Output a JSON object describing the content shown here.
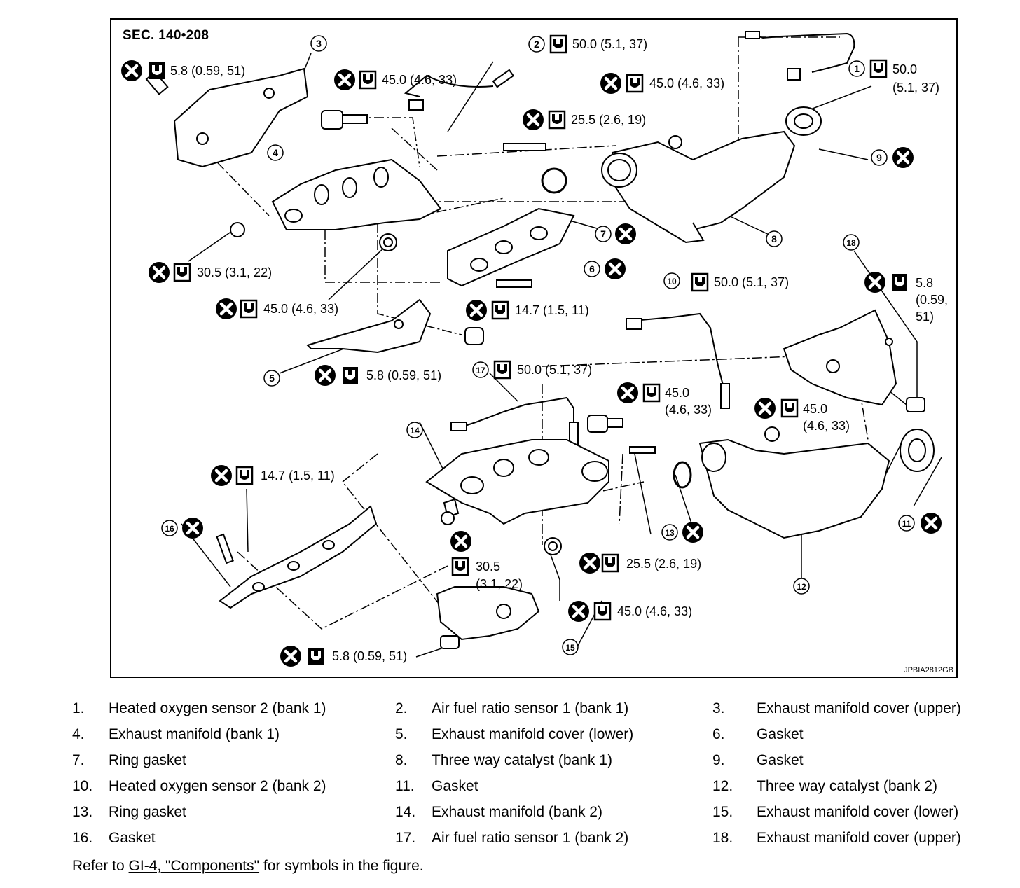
{
  "figure": {
    "section": "SEC. 140•208",
    "code": "JPBIA2812GB",
    "callouts": [
      {
        "id": "c1",
        "num": "1"
      },
      {
        "id": "c2",
        "num": "2"
      },
      {
        "id": "c3",
        "num": "3"
      },
      {
        "id": "c4",
        "num": "4"
      },
      {
        "id": "c5",
        "num": "5"
      },
      {
        "id": "c6",
        "num": "6"
      },
      {
        "id": "c7",
        "num": "7"
      },
      {
        "id": "c8",
        "num": "8"
      },
      {
        "id": "c9",
        "num": "9"
      },
      {
        "id": "c10",
        "num": "10"
      },
      {
        "id": "c11",
        "num": "11"
      },
      {
        "id": "c12",
        "num": "12"
      },
      {
        "id": "c13",
        "num": "13"
      },
      {
        "id": "c14",
        "num": "14"
      },
      {
        "id": "c15",
        "num": "15"
      },
      {
        "id": "c16",
        "num": "16"
      },
      {
        "id": "c17",
        "num": "17"
      },
      {
        "id": "c18",
        "num": "18"
      }
    ],
    "torques": {
      "t1a": "50.0",
      "t1b": "(5.1, 37)",
      "t2": "50.0 (5.1, 37)",
      "t3": "5.8 (0.59, 51)",
      "t4": "45.0 (4.6, 33)",
      "t5": "45.0 (4.6, 33)",
      "t6": "25.5 (2.6, 19)",
      "t7": "30.5 (3.1, 22)",
      "t8": "45.0 (4.6, 33)",
      "t9": "14.7 (1.5, 11)",
      "t10": "5.8 (0.59, 51)",
      "t11": "50.0 (5.1, 37)",
      "t12a": "5.8",
      "t12b": "(0.59,",
      "t12c": "51)",
      "t13": "50.0 (5.1, 37)",
      "t14a": "45.0",
      "t14b": "(4.6, 33)",
      "t15a": "45.0",
      "t15b": "(4.6, 33)",
      "t16": "14.7 (1.5, 11)",
      "t17a": "30.5",
      "t17b": "(3.1, 22)",
      "t18": "25.5 (2.6, 19)",
      "t19": "45.0 (4.6, 33)",
      "t20": "5.8 (0.59, 51)"
    }
  },
  "legend": [
    {
      "num": "1.",
      "text": "Heated oxygen sensor 2 (bank 1)"
    },
    {
      "num": "2.",
      "text": "Air fuel ratio sensor 1 (bank 1)"
    },
    {
      "num": "3.",
      "text": "Exhaust manifold cover (upper)"
    },
    {
      "num": "4.",
      "text": "Exhaust manifold (bank 1)"
    },
    {
      "num": "5.",
      "text": "Exhaust manifold cover (lower)"
    },
    {
      "num": "6.",
      "text": "Gasket"
    },
    {
      "num": "7.",
      "text": "Ring gasket"
    },
    {
      "num": "8.",
      "text": "Three way catalyst (bank 1)"
    },
    {
      "num": "9.",
      "text": "Gasket"
    },
    {
      "num": "10.",
      "text": "Heated oxygen sensor 2 (bank 2)"
    },
    {
      "num": "11.",
      "text": "Gasket"
    },
    {
      "num": "12.",
      "text": "Three way catalyst (bank 2)"
    },
    {
      "num": "13.",
      "text": "Ring gasket"
    },
    {
      "num": "14.",
      "text": "Exhaust manifold (bank 2)"
    },
    {
      "num": "15.",
      "text": "Exhaust manifold cover (lower)"
    },
    {
      "num": "16.",
      "text": "Gasket"
    },
    {
      "num": "17.",
      "text": "Air fuel ratio sensor 1 (bank 2)"
    },
    {
      "num": "18.",
      "text": "Exhaust manifold cover (upper)"
    }
  ],
  "note": {
    "prefix": "Refer to ",
    "link": "GI-4, \"Components\"",
    "suffix": " for symbols in the figure."
  }
}
